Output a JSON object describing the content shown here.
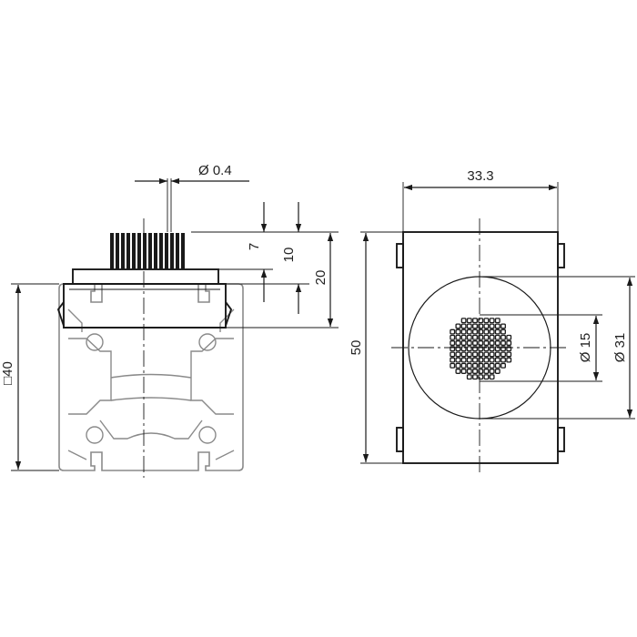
{
  "dimensions": {
    "wire_diameter": "Ø 0.4",
    "height_7": "7",
    "height_10": "10",
    "height_20": "20",
    "profile_size": "□40",
    "width": "33.3",
    "height_50": "50",
    "inner_diameter": "Ø 15",
    "outer_diameter": "Ø 31"
  },
  "colors": {
    "line": "#1a1a1a",
    "profile": "#8a8a8a",
    "background": "#ffffff"
  }
}
